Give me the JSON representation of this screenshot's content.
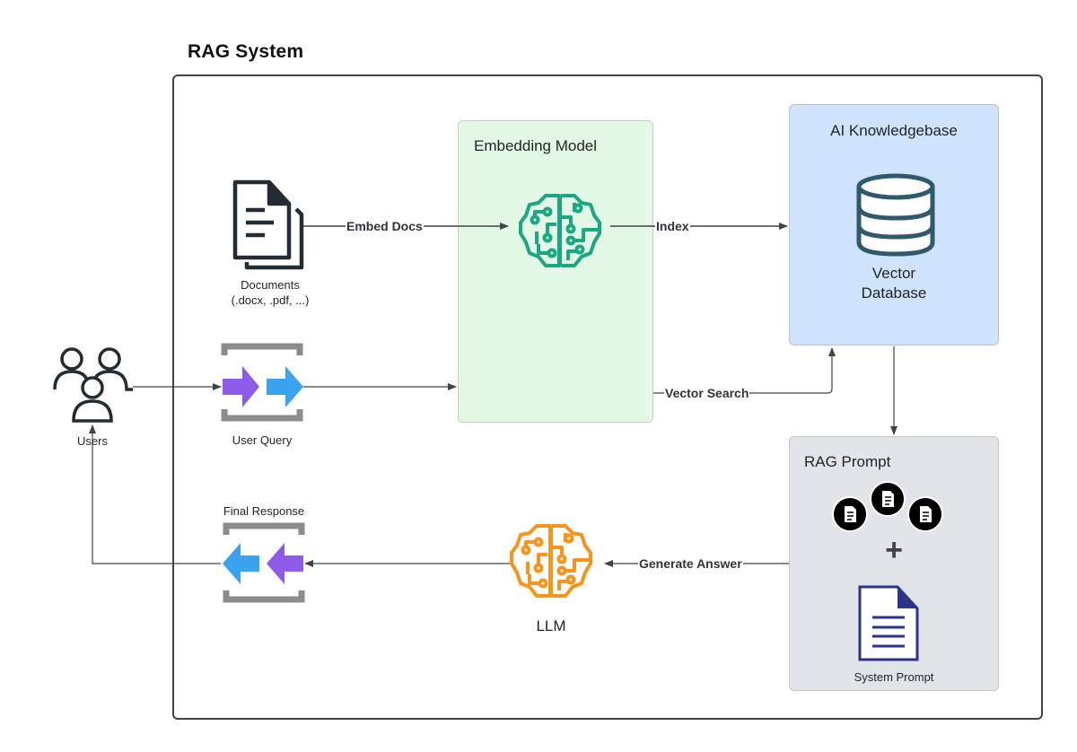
{
  "title": "RAG System",
  "nodes": {
    "documents": {
      "label_line1": "Documents",
      "label_line2": "(.docx, .pdf, ...)",
      "icon": "documents-icon"
    },
    "users": {
      "label": "Users",
      "icon": "users-icon"
    },
    "user_query": {
      "label": "User Query",
      "icon": "query-arrows-icon"
    },
    "final_response": {
      "label": "Final Response",
      "icon": "response-arrows-icon"
    },
    "embedding_model": {
      "title": "Embedding Model",
      "icon": "brain-circuit-icon",
      "color": "#1aa883",
      "fill": "#e3f9e5"
    },
    "knowledgebase": {
      "title": "AI Knowledgebase",
      "db_label_line1": "Vector",
      "db_label_line2": "Database",
      "icon": "database-icon",
      "fill": "#cfe3fc",
      "icon_color": "#2f5a6b"
    },
    "rag_prompt": {
      "title": "RAG Prompt",
      "plus": "+",
      "system_prompt_label": "System Prompt",
      "fill": "#e1e4e8",
      "doc_icon_color": "#2a348a"
    },
    "llm": {
      "label": "LLM",
      "icon": "brain-circuit-icon",
      "color": "#f7941d"
    }
  },
  "edges": [
    {
      "from": "documents",
      "to": "embedding_model",
      "label": "Embed Docs"
    },
    {
      "from": "embedding_model",
      "to": "knowledgebase",
      "label": "Index"
    },
    {
      "from": "users",
      "to": "user_query",
      "label": ""
    },
    {
      "from": "user_query",
      "to": "embedding_model",
      "label": ""
    },
    {
      "from": "embedding_model",
      "to": "knowledgebase",
      "label": "Vector Search"
    },
    {
      "from": "knowledgebase",
      "to": "rag_prompt",
      "label": ""
    },
    {
      "from": "rag_prompt",
      "to": "llm",
      "label": "Generate Answer"
    },
    {
      "from": "llm",
      "to": "final_response",
      "label": ""
    },
    {
      "from": "final_response",
      "to": "users",
      "label": ""
    }
  ],
  "colors": {
    "arrow_purple": "#8e5be8",
    "arrow_blue": "#3aa3f0",
    "bracket_gray": "#8a8c8e",
    "line": "#3d4349"
  }
}
